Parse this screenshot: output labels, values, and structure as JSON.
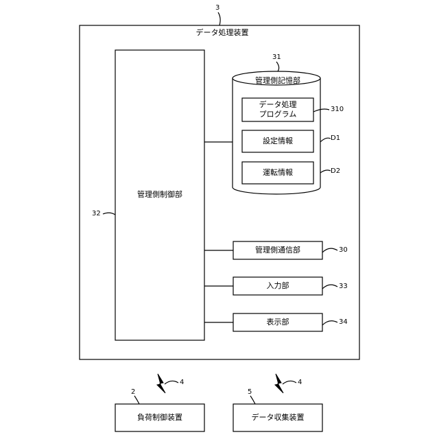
{
  "device": {
    "ref": "3",
    "title": "データ処理装置"
  },
  "controller": {
    "ref": "32",
    "label": "管理側制御部"
  },
  "storage": {
    "ref": "31",
    "label": "管理側記憶部",
    "items": [
      {
        "ref": "310",
        "line1": "データ処理",
        "line2": "プログラム"
      },
      {
        "ref": "D1",
        "label": "設定情報"
      },
      {
        "ref": "D2",
        "label": "運転情報"
      }
    ]
  },
  "comm": {
    "ref": "30",
    "label": "管理側通信部"
  },
  "input": {
    "ref": "33",
    "label": "入力部"
  },
  "display": {
    "ref": "34",
    "label": "表示部"
  },
  "links": [
    {
      "ref": "4"
    },
    {
      "ref": "4"
    }
  ],
  "load_controller": {
    "ref": "2",
    "label": "負荷制御装置"
  },
  "collector": {
    "ref": "5",
    "label": "データ収集装置"
  }
}
